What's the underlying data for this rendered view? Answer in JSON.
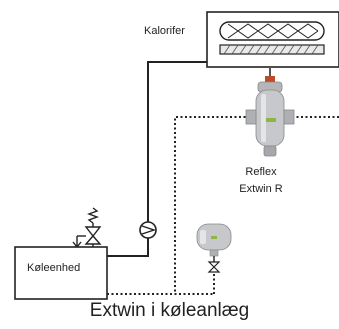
{
  "labels": {
    "heater": "Kalorifer",
    "cooling_unit": "Køleenhed",
    "product_brand": "Reflex",
    "product_model": "Extwin R"
  },
  "caption": "Extwin i køleanlæg"
}
